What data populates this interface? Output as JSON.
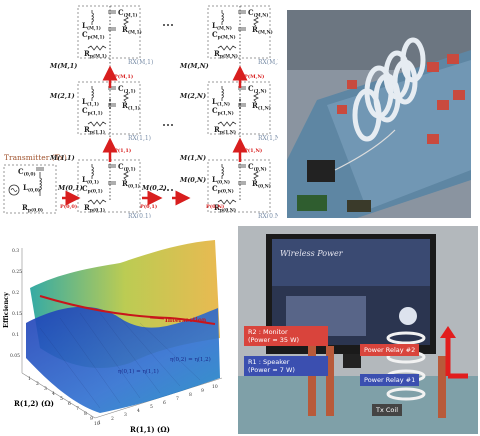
{
  "circuit": {
    "transmitter_label": "Transmitter (Tx)",
    "tx": {
      "c": "C",
      "c_sub": "(0,0)",
      "l": "L",
      "l_sub": "(0,0)",
      "r": "R",
      "r_sub": "p(0,0)"
    },
    "cells": [
      {
        "id": "M1",
        "c": "C",
        "c_sub": "(M,1)",
        "l": "L",
        "l_sub": "(M,1)",
        "cp": "C",
        "cp_sub": "p(M,1)",
        "r": "R",
        "r_sub": "(M,1)",
        "rp": "R",
        "rp_sub": "p(M,1)",
        "rx": "RX(M,1)"
      },
      {
        "id": "MN",
        "c": "C",
        "c_sub": "(M,N)",
        "l": "L",
        "l_sub": "(M,N)",
        "cp": "C",
        "cp_sub": "p(M,N)",
        "r": "R",
        "r_sub": "(M,N)",
        "rp": "R",
        "rp_sub": "p(M,N)",
        "rx": "RX(M,N)"
      },
      {
        "id": "11",
        "c": "C",
        "c_sub": "(1,1)",
        "l": "L",
        "l_sub": "(1,1)",
        "cp": "C",
        "cp_sub": "p(1,1)",
        "r": "R",
        "r_sub": "(1,1)",
        "rp": "R",
        "rp_sub": "p(1,1)",
        "rx": "RX(1,1)"
      },
      {
        "id": "1N",
        "c": "C",
        "c_sub": "(1,N)",
        "l": "L",
        "l_sub": "(1,N)",
        "cp": "C",
        "cp_sub": "p(1,N)",
        "r": "R",
        "r_sub": "(1,N)",
        "rp": "R",
        "rp_sub": "p(1,N)",
        "rx": "RX(1,N)"
      },
      {
        "id": "01",
        "c": "C",
        "c_sub": "(0,1)",
        "l": "L",
        "l_sub": "(0,1)",
        "cp": "C",
        "cp_sub": "p(0,1)",
        "r": "R",
        "r_sub": "(0,1)",
        "rp": "R",
        "rp_sub": "p(0,1)",
        "rx": "RX(0,1)"
      },
      {
        "id": "0N",
        "c": "C",
        "c_sub": "(0,N)",
        "l": "L",
        "l_sub": "(0,N)",
        "cp": "C",
        "cp_sub": "p(0,N)",
        "r": "R",
        "r_sub": "(0,N)",
        "rp": "R",
        "rp_sub": "p(0,N)",
        "rx": "RX(0,N)"
      }
    ],
    "mutuals": {
      "m_m1": "M(M,1)",
      "m_mn": "M(M,N)",
      "m_21": "M(2,1)",
      "m_2n": "M(2,N)",
      "m_11": "M(1,1)",
      "m_1n": "M(1,N)",
      "m_01": "M(0,1)",
      "m_02": "M(0,2)",
      "m_0n": "M(0,N)"
    },
    "powers": {
      "p_m1": "P(M,1)",
      "p_mn": "P(M,N)",
      "p_11": "P(1,1)",
      "p_1n": "P(1,N)",
      "p_00": "P(0,0)",
      "p_01": "P(0,1)",
      "p_0n": "P(0,N)"
    }
  },
  "surface": {
    "zlabel": "Efficiency",
    "xlabel": "R(1,1) (Ω)",
    "ylabel": "R(1,2) (Ω)",
    "intersection": "Intersection",
    "eq_left": "η(0,1) = η(1,1)",
    "eq_right": "η(0,2) = η(1,2)",
    "z_ticks": [
      "0.3",
      "0.25",
      "0.2",
      "0.15",
      "0.1",
      "0.05"
    ],
    "x_ticks": [
      "1",
      "2",
      "3",
      "4",
      "5",
      "6",
      "7",
      "8",
      "9",
      "10"
    ],
    "y_ticks": [
      "1",
      "2",
      "3",
      "4",
      "5",
      "6",
      "7",
      "8",
      "9",
      "10"
    ]
  },
  "photo_bottom": {
    "screen_text": "Wireless Power",
    "monitor_label": "R2 : Monitor",
    "monitor_power": "(Power ≈ 35 W)",
    "speaker_label": "R1 : Speaker",
    "speaker_power": "(Power ≈ 7 W)",
    "relay2": "Power Relay #2",
    "relay1": "Power Relay #1",
    "tx_coil": "Tx Coil"
  },
  "colors": {
    "accent_red": "#d81e1e",
    "rx_blue": "#7a8ea8",
    "label_red": "#d9443c",
    "label_blue": "#3b4fb0"
  }
}
